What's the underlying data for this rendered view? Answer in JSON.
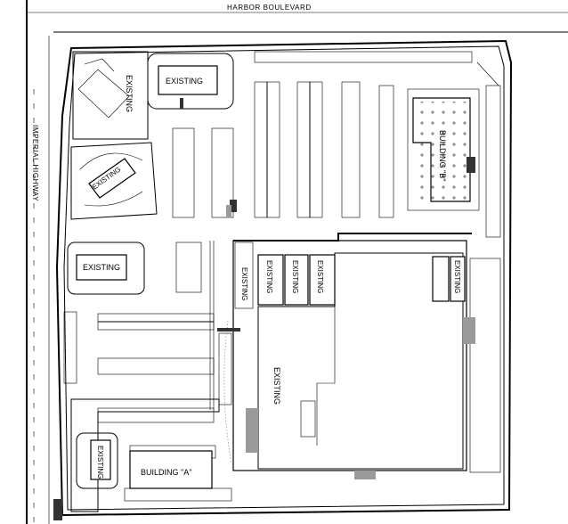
{
  "roads": {
    "north": "HARBOR BOULEVARD",
    "west": "IMPERIAL HIGHWAY"
  },
  "buildings": {
    "existing_nw": "EXISTING",
    "existing_pad_top": "EXISTING",
    "existing_curved": "EXISTING",
    "existing_pad_mid": "EXISTING",
    "existing_sw_small": "EXISTING",
    "building_a": "BUILDING \"A\"",
    "building_b": "BUILDING \"B\"",
    "major_existing": "EXISTING",
    "shop_1": "EXISTING",
    "shop_2": "EXISTING",
    "shop_3": "EXISTING",
    "shop_4": "EXISTING",
    "shop_5": "EXISTING"
  }
}
